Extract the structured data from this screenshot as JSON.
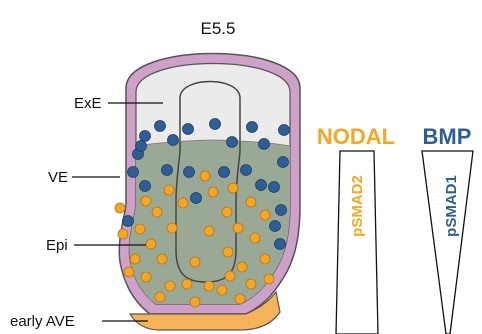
{
  "title": "E5.5",
  "labels": {
    "exe": "ExE",
    "ve": "VE",
    "epi": "Epi",
    "early_ave": "early AVE"
  },
  "signals": {
    "nodal": {
      "name": "NODAL",
      "readout": "pSMAD2",
      "color": "#f5a623"
    },
    "bmp": {
      "name": "BMP",
      "readout": "pSMAD1",
      "color": "#2d5f96"
    }
  },
  "colors": {
    "ve_outer": "#cfa0c8",
    "exe_fill": "#ebebeb",
    "epi_fill": "#9aa996",
    "ave_fill": "#f6b35a",
    "orange_dot": "#f5a623",
    "blue_dot": "#2d5f96"
  }
}
